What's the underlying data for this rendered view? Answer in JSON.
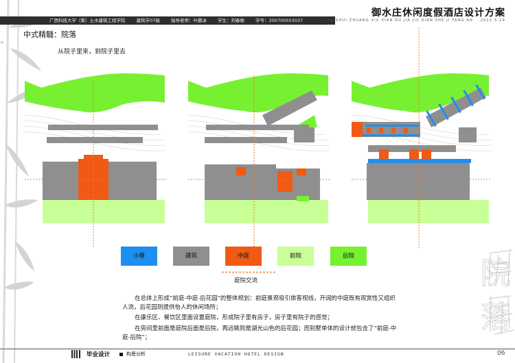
{
  "header": {
    "items": [
      "广西科技大学（筹）土木建筑工程学院",
      "建筑学07级",
      "指导老师：叶鹏冰",
      "学生：刘春根",
      "学号：200700503037"
    ],
    "title": "御水庄休闲度假酒店设计方案",
    "pinyin": "YU SHUI ZHUANG XIU XIAN DU JIA JIU DIAN SHE JI FANG AN",
    "date": "2012.5.29"
  },
  "section_tag": "中式精髓：院落",
  "slogan": "从院子里来，到院子里去",
  "legend": [
    {
      "label": "小巷",
      "color": "#1e8ff0"
    },
    {
      "label": "建筑",
      "color": "#8f8f8f"
    },
    {
      "label": "中庭",
      "color": "#f05a14"
    },
    {
      "label": "前院",
      "color": "#c8ff96"
    },
    {
      "label": "后院",
      "color": "#78f032"
    }
  ],
  "legend_caption": "庭院交流",
  "paragraphs": [
    "在总体上形成“前庭-中庭-后花园”的整体规划：前庭景观吸引旅客视线，开阔的中庭既有观赏性又组织人流，后花园则提供怡人的休闲场所；",
    "在康乐区、餐饮区里面设置庭院，形成院子里有房子，房子里有院子的感觉；",
    "在旁间里前面是庭院后面是后院，再远眺则是湖光山色的后花园；而别墅单体的设计就包含了“前庭-中庭-后院”；"
  ],
  "footer": {
    "label": "毕业设计",
    "sub": "构思分析",
    "english": "LEISURE VACATION HOTEL DESIGN",
    "page": "06"
  },
  "watermark": [
    "院",
    "落"
  ],
  "colors": {
    "alley": "#1e8ff0",
    "building": "#8f8f8f",
    "courtyard": "#f05a14",
    "front_yard": "#c8ff96",
    "back_yard": "#78f032",
    "axis": "#f07828"
  }
}
